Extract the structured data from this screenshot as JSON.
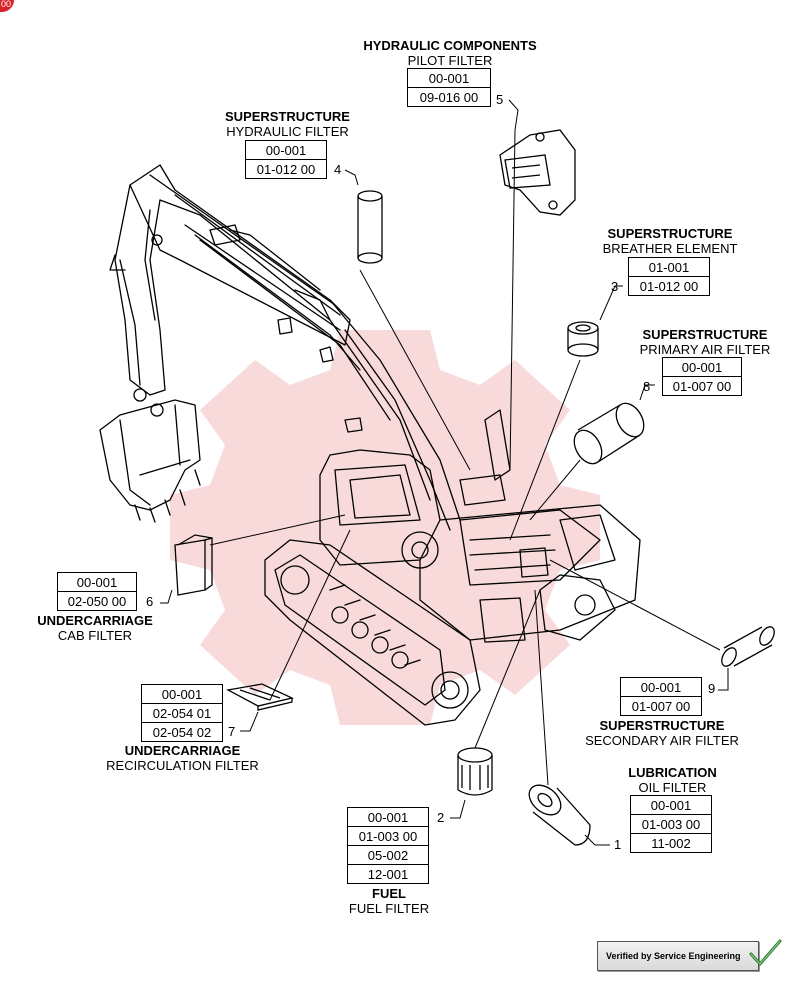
{
  "corner_badge": "00",
  "verified_text": "Verified by Service Engineering",
  "labels": {
    "hydraulic": {
      "heading": "HYDRAULIC COMPONENTS",
      "sub": "PILOT FILTER",
      "codes": [
        "00-001",
        "09-016 00"
      ],
      "item": "5"
    },
    "hydfilter": {
      "heading": "SUPERSTRUCTURE",
      "sub": "HYDRAULIC FILTER",
      "codes": [
        "00-001",
        "01-012 00"
      ],
      "item": "4"
    },
    "breather": {
      "heading": "SUPERSTRUCTURE",
      "sub": "BREATHER ELEMENT",
      "codes": [
        "01-001",
        "01-012 00"
      ],
      "item": "3"
    },
    "primary": {
      "heading": "SUPERSTRUCTURE",
      "sub": "PRIMARY AIR FILTER",
      "codes": [
        "00-001",
        "01-007 00"
      ],
      "item": "8"
    },
    "cab": {
      "heading": "UNDERCARRIAGE",
      "sub": "CAB FILTER",
      "codes": [
        "00-001",
        "02-050 00"
      ],
      "item": "6"
    },
    "recirc": {
      "heading": "UNDERCARRIAGE",
      "sub": "RECIRCULATION FILTER",
      "codes": [
        "00-001",
        "02-054 01",
        "02-054 02"
      ],
      "item": "7"
    },
    "secondary": {
      "heading": "SUPERSTRUCTURE",
      "sub": "SECONDARY AIR FILTER",
      "codes": [
        "00-001",
        "01-007 00"
      ],
      "item": "9"
    },
    "oil": {
      "heading": "LUBRICATION",
      "sub": "OIL FILTER",
      "codes": [
        "00-001",
        "01-003 00",
        "11-002"
      ],
      "item": "1"
    },
    "fuel": {
      "heading": "FUEL",
      "sub": "FUEL FILTER",
      "codes": [
        "00-001",
        "01-003 00",
        "05-002",
        "12-001"
      ],
      "item": "2"
    }
  }
}
